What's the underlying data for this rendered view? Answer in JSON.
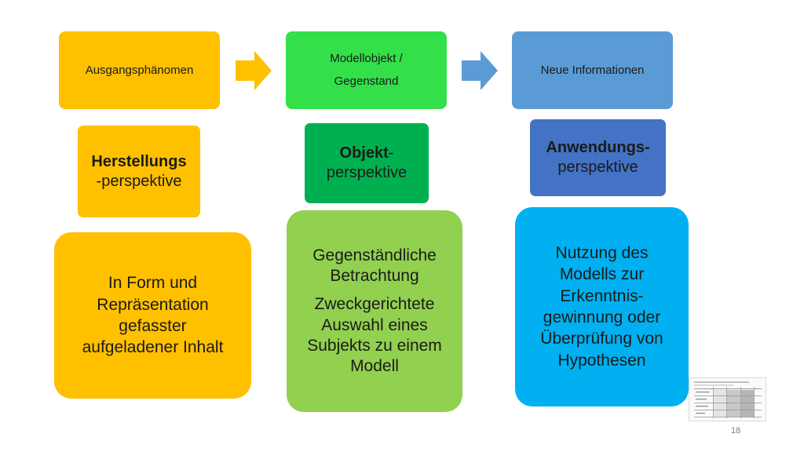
{
  "flow": {
    "step1": "Ausgangsphänomen",
    "step2_line1": "Modellobjekt /",
    "step2_line2": "Gegenstand",
    "step3": "Neue Informationen"
  },
  "perspectives": {
    "p1_line1": "Herstellungs",
    "p1_line2": "-perspektive",
    "p2_bold": "Objekt",
    "p2_rest": "-",
    "p2_line2": "perspektive",
    "p3_line1": "Anwendungs-",
    "p3_line2": "perspektive"
  },
  "details": {
    "d1_lines": [
      "In Form und",
      "Repräsentation",
      "gefasster",
      "aufgeladener Inhalt"
    ],
    "d2_para1": [
      "Gegenständliche",
      "Betrachtung"
    ],
    "d2_para2": [
      "Zweckgerichtete",
      "Auswahl eines",
      "Subjekts zu einem",
      "Modell"
    ],
    "d3_lines": [
      "Nutzung des",
      "Modells zur",
      "Erkenntnis-",
      "gewinnung oder",
      "Überprüfung von",
      "Hypothesen"
    ]
  },
  "page_number": "18",
  "colors": {
    "orange": "#ffc000",
    "green": "#33e04a",
    "blue": "#5b9bd5",
    "dark_green": "#00b050",
    "dark_blue": "#4472c4",
    "light_green": "#92d050",
    "cyan": "#00b0f0"
  }
}
